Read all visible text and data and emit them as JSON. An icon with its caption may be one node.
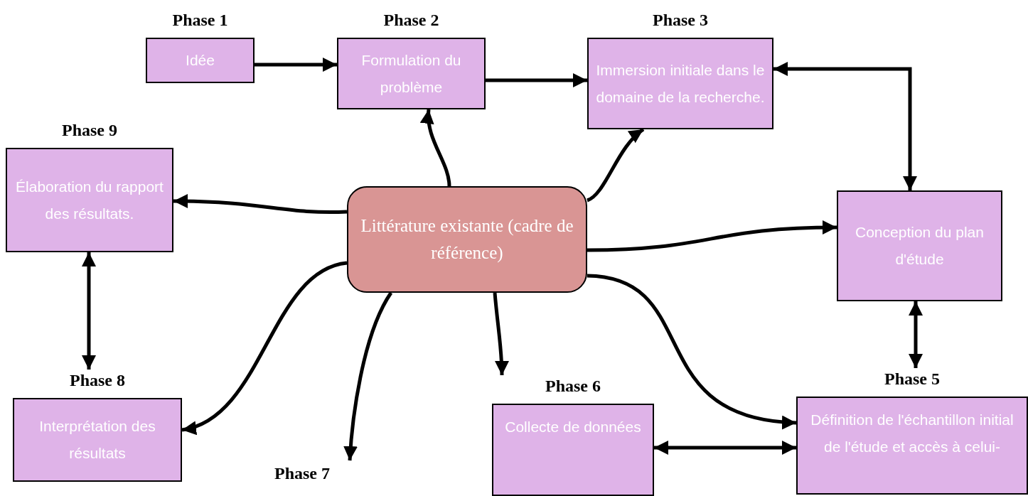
{
  "diagram": {
    "nodes": [
      {
        "text": [
          "Phase 1",
          "Idée"
        ]
      },
      {
        "text": [
          "Phase 2",
          "Formulation du problème"
        ]
      },
      {
        "text": [
          "Phase 3",
          "Immersion initiale dans le domaine de la recherche."
        ]
      },
      {
        "text": [
          "Phase 9",
          "Élaboration du rapport des résultats."
        ]
      },
      {
        "text": [
          "Littérature existante (cadre de référence)"
        ]
      },
      {
        "text": [
          "Conception du plan d'étude"
        ]
      },
      {
        "text": [
          "Phase 8",
          "Interprétation des résultats"
        ]
      },
      {
        "text": [
          "Phase 7"
        ]
      },
      {
        "text": [
          "Phase 6",
          "Collecte de données"
        ]
      },
      {
        "text": [
          "Phase 5",
          "Définition de l'échantillon initial de l'étude et accès à celui-"
        ]
      }
    ],
    "edges": [
      {
        "from": 0,
        "to": 1,
        "arrow": "to"
      },
      {
        "from": 1,
        "to": 2,
        "arrow": "to"
      },
      {
        "from": 2,
        "to": 5,
        "arrow": "both"
      },
      {
        "from": 4,
        "to": 1,
        "arrow": "to"
      },
      {
        "from": 4,
        "to": 2,
        "arrow": "to"
      },
      {
        "from": 4,
        "to": 3,
        "arrow": "to"
      },
      {
        "from": 4,
        "to": 5,
        "arrow": "to"
      },
      {
        "from": 4,
        "to": 9,
        "arrow": "to"
      },
      {
        "from": 4,
        "to": 8,
        "arrow": "to"
      },
      {
        "from": 4,
        "to": 7,
        "arrow": "to"
      },
      {
        "from": 4,
        "to": 6,
        "arrow": "to"
      },
      {
        "from": 3,
        "to": 6,
        "arrow": "both"
      },
      {
        "from": 5,
        "to": 9,
        "arrow": "both"
      },
      {
        "from": 8,
        "to": 9,
        "arrow": "both"
      }
    ]
  }
}
